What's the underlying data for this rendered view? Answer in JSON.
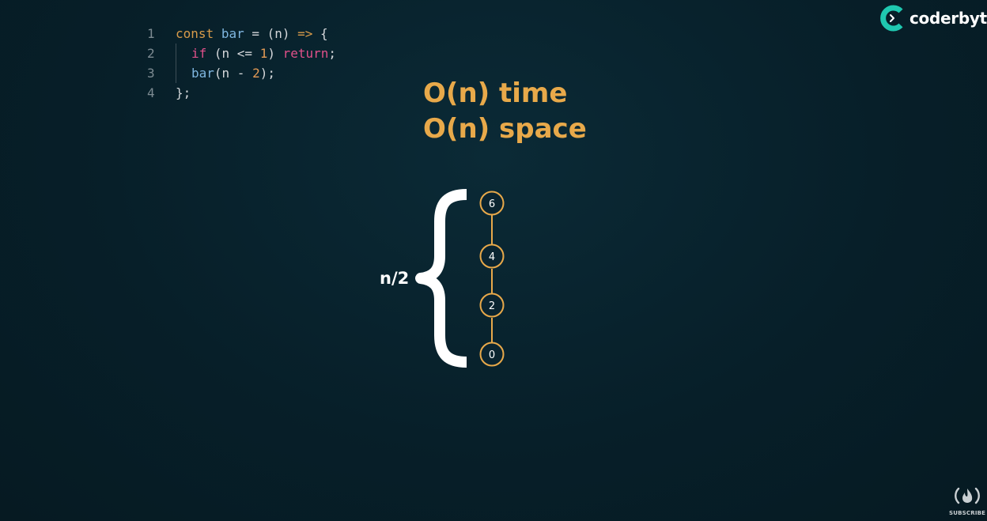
{
  "code": {
    "lines": [
      {
        "num": "1",
        "tokens": [
          {
            "t": "const",
            "c": "keyword"
          },
          {
            "t": " ",
            "c": "plain"
          },
          {
            "t": "bar",
            "c": "fn"
          },
          {
            "t": " = (n) ",
            "c": "plain"
          },
          {
            "t": "=>",
            "c": "arrow"
          },
          {
            "t": " {",
            "c": "plain"
          }
        ],
        "indent": 0
      },
      {
        "num": "2",
        "tokens": [
          {
            "t": "if",
            "c": "ctrl"
          },
          {
            "t": " (n <= ",
            "c": "plain"
          },
          {
            "t": "1",
            "c": "num"
          },
          {
            "t": ") ",
            "c": "plain"
          },
          {
            "t": "return",
            "c": "ctrl"
          },
          {
            "t": ";",
            "c": "plain"
          }
        ],
        "indent": 1
      },
      {
        "num": "3",
        "tokens": [
          {
            "t": "bar",
            "c": "fn"
          },
          {
            "t": "(n - ",
            "c": "plain"
          },
          {
            "t": "2",
            "c": "num"
          },
          {
            "t": ");",
            "c": "plain"
          }
        ],
        "indent": 1
      },
      {
        "num": "4",
        "tokens": [
          {
            "t": "};",
            "c": "plain"
          }
        ],
        "indent": 0
      }
    ]
  },
  "complexity": {
    "time": "O(n) time",
    "space": "O(n) space"
  },
  "diagram": {
    "brace_label": "n/2",
    "nodes": [
      "6",
      "4",
      "2",
      "0"
    ],
    "node_color": "#e8a94a",
    "brace_color": "#ffffff"
  },
  "brand": {
    "name": "coderbyte",
    "accent": "#1fc8b0"
  },
  "subscribe": {
    "label": "SUBSCRIBE"
  }
}
